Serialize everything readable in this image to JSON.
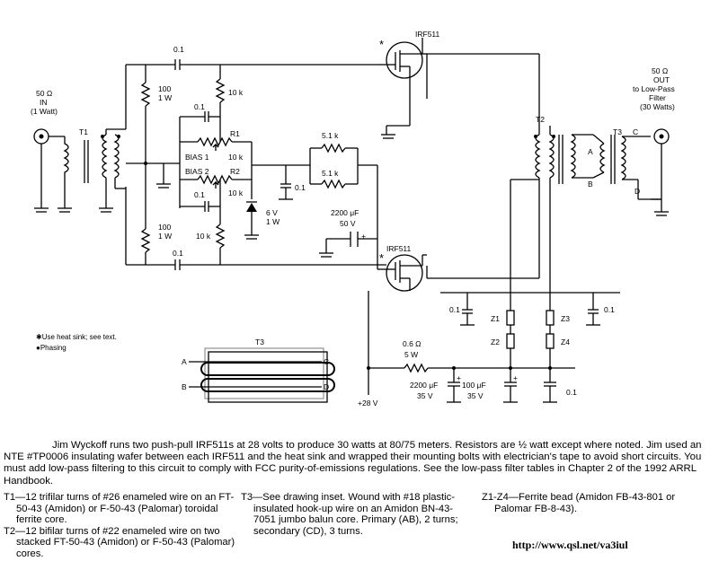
{
  "schematic": {
    "q_top": "IRF511",
    "q_bot": "IRF511",
    "star": "*",
    "in_label": [
      "50 Ω",
      "IN",
      "(1 Watt)"
    ],
    "out_label": [
      "50 Ω",
      "OUT",
      "to Low-Pass",
      "Filter",
      "(30 Watts)"
    ],
    "t1": "T1",
    "t2": "T2",
    "t3": "T3",
    "c_top": "0.1",
    "c_bot": "0.1",
    "r100_top": [
      "100",
      "1 W"
    ],
    "r100_bot": [
      "100",
      "1 W"
    ],
    "r10k_top": "10 k",
    "r10k_bot": "10 k",
    "c_bias1": "0.1",
    "c_bias2": "0.1",
    "r1": "R1",
    "r2": "R2",
    "bias1": "BIAS 1",
    "bias2": "BIAS 2",
    "pot1": "10 k",
    "pot2": "10 k",
    "r51a": "5.1 k",
    "r51b": "5.1 k",
    "c_mid": "0.1",
    "zener": [
      "6 V",
      "1 W"
    ],
    "c2200_top": [
      "2200 μF",
      "50 V"
    ],
    "plus": "+",
    "z1": "Z1",
    "z2": "Z2",
    "z3": "Z3",
    "z4": "Z4",
    "c_left_bus": "0.1",
    "c_right_bus": "0.1",
    "c_out_bus": "0.1",
    "r06": [
      "0.6 Ω",
      "5 W"
    ],
    "c2200_bot": [
      "2200 μF",
      "35 V"
    ],
    "c100": [
      "100 μF",
      "35 V"
    ],
    "supply": "+28 V",
    "legend": [
      "✱Use heat sink; see text.",
      "●Phasing"
    ],
    "t3_inset": "T3",
    "pin_a": "A",
    "pin_b": "B",
    "pin_c": "C",
    "pin_d": "D"
  },
  "caption": {
    "p1": "Jim Wyckoff runs two push-pull IRF511s at 28 volts to produce 30 watts at 80/75 meters. Resistors are ½ watt except where noted. Jim used an NTE #TP0006 insulating wafer between each IRF511 and the heat sink and wrapped their mounting bolts with electrician's tape to avoid short circuits. You must add low-pass filtering to this circuit to comply with FCC purity-of-emissions regulations. See the low-pass filter tables in Chapter 2 of the 1992 ARRL Handbook.",
    "t1": "T1—12 trifilar turns of #26 enameled wire on an FT-50-43 (Amidon) or F-50-43 (Palomar) toroidal ferrite core.",
    "t2": "T2—12 bifilar turns of #22 enameled wire on two stacked FT-50-43 (Amidon) or F-50-43 (Palomar) cores.",
    "t3": "T3—See drawing inset. Wound with #18 plastic-insulated hook-up wire on an Amidon BN-43-7051 jumbo balun core. Primary (AB), 2 turns; secondary (CD), 3 turns.",
    "z": "Z1-Z4—Ferrite bead (Amidon FB-43-801 or Palomar FB-8-43).",
    "url": "http://www.qsl.net/va3iul"
  }
}
